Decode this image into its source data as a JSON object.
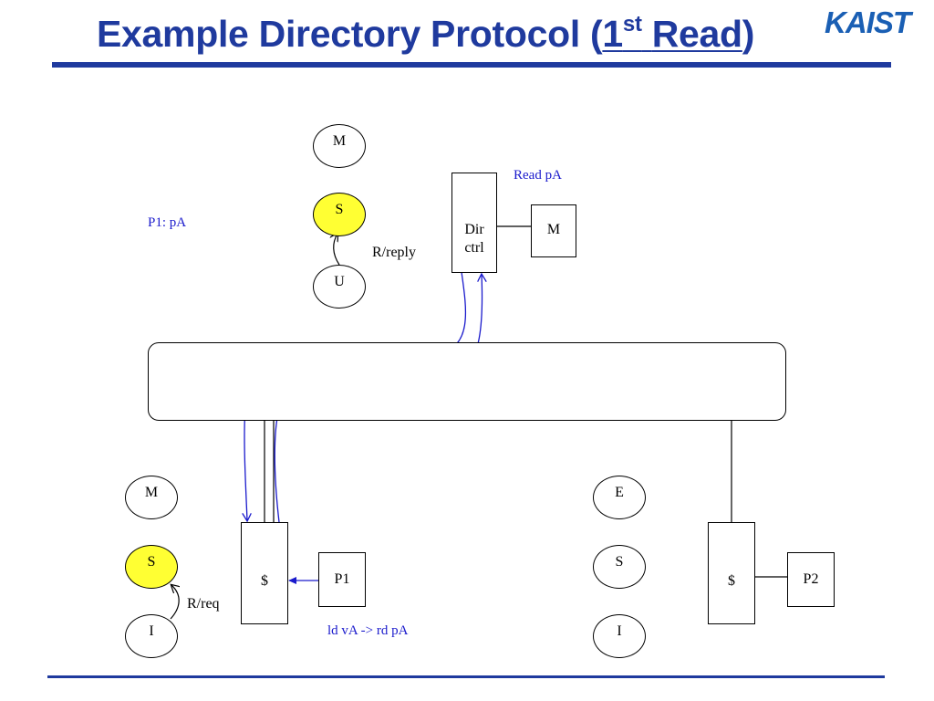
{
  "slide": {
    "title": {
      "prefix": "Example Directory Protocol (",
      "ord_num": "1",
      "ord_sup": "st",
      "read": "Read",
      "suffix": ")"
    },
    "logo_text": "KAIST"
  },
  "diagram": {
    "dir_states": [
      "M",
      "S",
      "U"
    ],
    "dir_transition_label": "R/reply",
    "dir_note": "P1: pA",
    "dir_ctrl_label_1": "Dir",
    "dir_ctrl_label_2": "ctrl",
    "dir_memory_label": "M",
    "dir_message": "Read pA",
    "p1_states": [
      "M",
      "S",
      "I"
    ],
    "p1_transition_label": "R/req",
    "p1_cache_label": "$",
    "p1_proc_label": "P1",
    "p1_instruction": "ld vA -> rd pA",
    "p2_states": [
      "E",
      "S",
      "I"
    ],
    "p2_cache_label": "$",
    "p2_proc_label": "P2"
  },
  "colors": {
    "title": "#1f3a9e",
    "highlight_state": "#ffff33",
    "message_arrows": "#1a1acc"
  }
}
